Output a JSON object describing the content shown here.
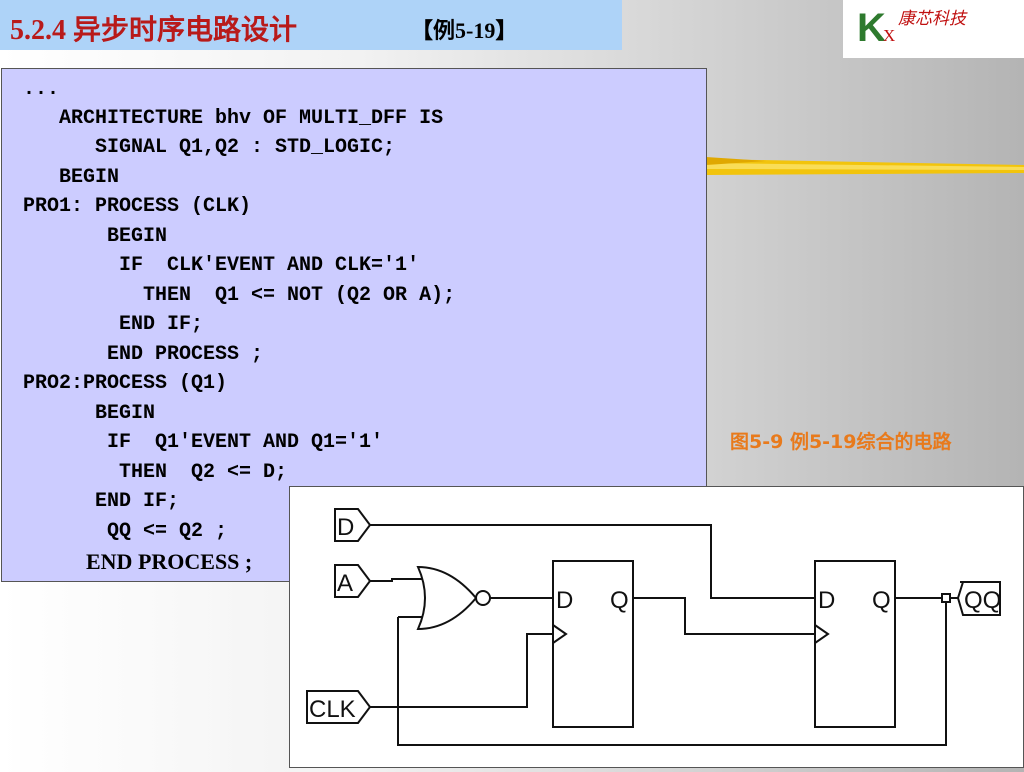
{
  "header": {
    "title": "5.2.4  异步时序电路设计",
    "example": "【例5-19】"
  },
  "logo": {
    "letter_k": "K",
    "letter_x": "X",
    "company": "康芯科技"
  },
  "code": {
    "lines": [
      "...",
      "   ARCHITECTURE bhv OF MULTI_DFF IS",
      "      SIGNAL Q1,Q2 : STD_LOGIC;",
      "   BEGIN",
      "PRO1: PROCESS (CLK)",
      "       BEGIN",
      "        IF  CLK'EVENT AND CLK='1'",
      "          THEN  Q1 <= NOT (Q2 OR A);",
      "        END IF;",
      "       END PROCESS ;",
      "PRO2:PROCESS (Q1)",
      "      BEGIN",
      "       IF  Q1'EVENT AND Q1='1'",
      "        THEN  Q2 <= D;",
      "      END IF;",
      "       QQ <= Q2 ;"
    ],
    "last_line": "END PROCESS ;"
  },
  "figure": {
    "caption": "图5-9 例5-19综合的电路",
    "labels": {
      "input_d": "D",
      "input_a": "A",
      "input_clk": "CLK",
      "output_qq": "QQ",
      "ff1_d": "D",
      "ff1_q": "Q",
      "ff2_d": "D",
      "ff2_q": "Q"
    }
  },
  "colors": {
    "title_bar": "#aed3f8",
    "title_text": "#b81a1a",
    "code_bg": "#ccccff",
    "caption": "#e87a1c",
    "stripe": "#f2c40c"
  }
}
